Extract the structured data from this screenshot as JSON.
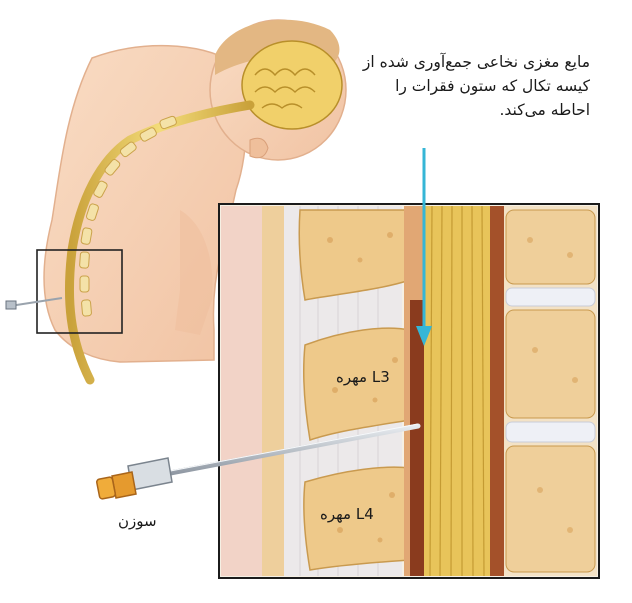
{
  "labels": {
    "callout": "مایع مغزی نخاعی جمع‌آوری شده از کیسه تکال که ستون فقرات را احاطه می‌کند.",
    "vertebra_l3": "مهره L3",
    "vertebra_l4": "مهره L4",
    "needle": "سوزن"
  },
  "colors": {
    "skin": "#f6d3b8",
    "spinal_cord": "#e8c45a",
    "bone": "#eec98a",
    "disc": "#eef0f6",
    "arrow": "#35b6d6",
    "csf_channel": "#8a3b1e"
  }
}
